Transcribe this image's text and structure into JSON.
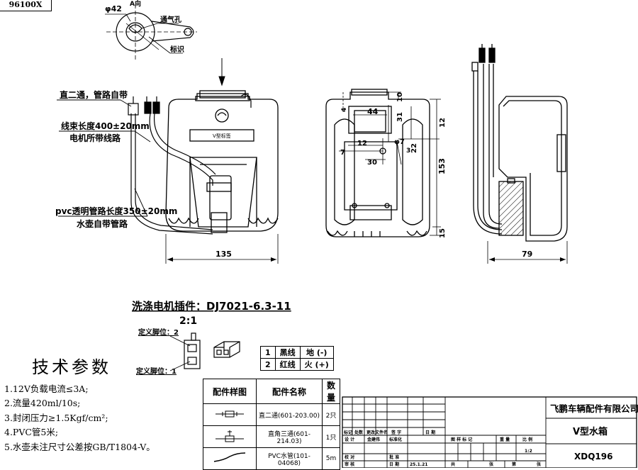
{
  "drawing_code_label": "96100X",
  "view_arrow_label": "A向",
  "topview": {
    "diameter": "φ42",
    "vent": "通气孔",
    "mark": "标识"
  },
  "front": {
    "callout_straight": "直二通，管路自带",
    "callout_harness_1": "线束长度400±20mm",
    "callout_harness_2": "电机所带线路",
    "callout_pvc_1": "pvc透明管路长度350±20mm",
    "callout_pvc_2": "水壶自带管路",
    "label_plate": "V型标签",
    "dim_width": "135"
  },
  "back": {
    "d44": "44",
    "d10": "10",
    "d31": "31",
    "d12a": "12",
    "d12b": "12",
    "d7": "7",
    "phi7": "φ7",
    "d22": "22",
    "d30": "30",
    "d3": "3",
    "d153": "153",
    "d15": "15",
    "d4": "4"
  },
  "side": {
    "dim_depth": "79"
  },
  "connector": {
    "title": "洗涤电机插件：DJ7021-6.3-11",
    "scale": "2:1",
    "pin2_label": "定义脚位：2",
    "pin1_label": "定义脚位：1",
    "pins": [
      {
        "no": "1",
        "wire": "黑线",
        "func": "地 (-)"
      },
      {
        "no": "2",
        "wire": "红线",
        "func": "火 (+)"
      }
    ]
  },
  "tech": {
    "title": "技术参数",
    "items": [
      "1.12V负载电流≤3A;",
      "2.流量420ml/10s;",
      "3.封闭压力≥1.5Kgf/cm²;",
      "4.PVC管5米;",
      "5.水壶未注尺寸公差按GB/T1804-V。"
    ]
  },
  "parts": {
    "headers": [
      "配件样图",
      "配件名称",
      "数量"
    ],
    "rows": [
      {
        "name": "直二通(601-203.00)",
        "qty": "2只"
      },
      {
        "name": "直角三通(601-214.03)",
        "qty": "1只"
      },
      {
        "name": "PVC水管(101-04068)",
        "qty": "5m"
      }
    ]
  },
  "title_block": {
    "company": "飞鹏车辆配件有限公司",
    "part_name": "V型水箱",
    "drawing_no": "XDQ196",
    "scale_label": "比 例",
    "scale_value": "1:2",
    "row_labels": [
      "标记",
      "处数",
      "更改文件名",
      "签 字",
      "日 期"
    ],
    "design": "设 计",
    "designer": "金建伟",
    "standard": "标准化",
    "check": "校 对",
    "approve": "批 准",
    "review": "审 核",
    "date_label": "日 期",
    "date_value": "25.1.21",
    "stage_mark": "图 样 标 记",
    "weight": "重 量",
    "total": "共",
    "sheets": "张",
    "page": "第",
    "page_sheets": "张"
  }
}
